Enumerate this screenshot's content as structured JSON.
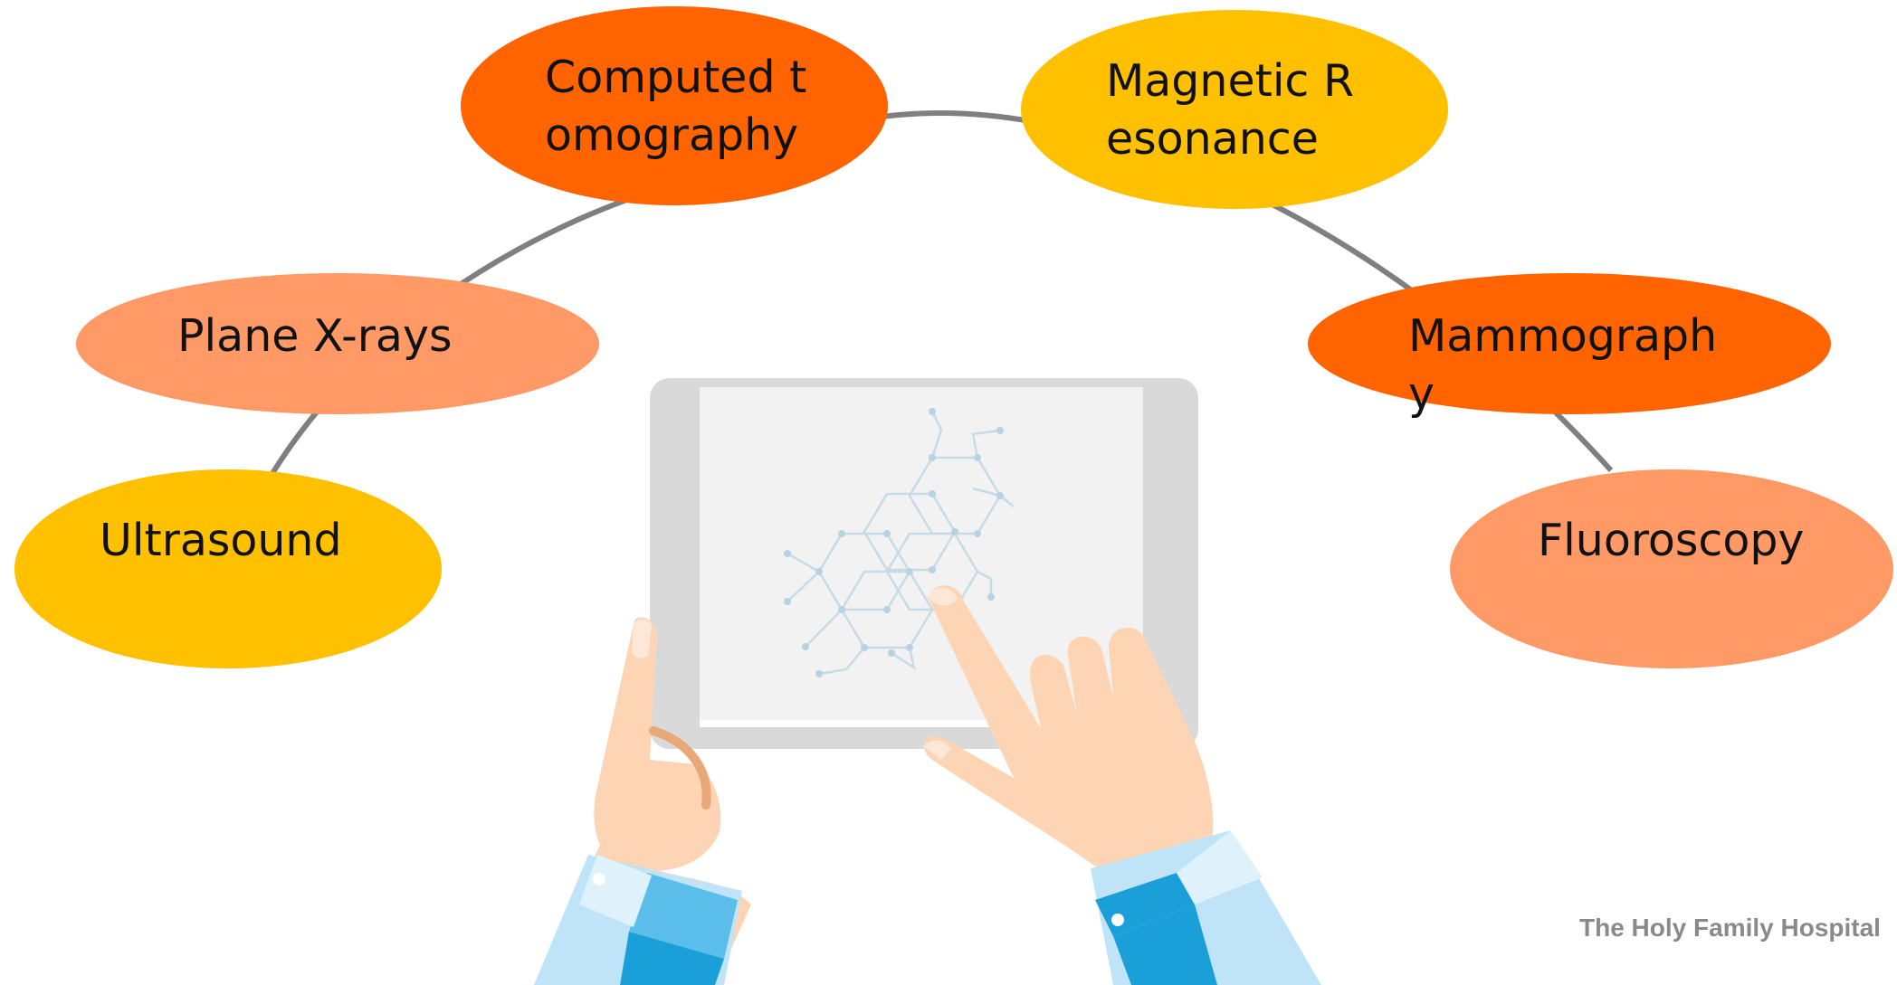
{
  "colors": {
    "dark_orange": "#ff6400",
    "light_orange": "#ff9966",
    "yellow": "#ffc000",
    "connector": "#7f7f7f",
    "tablet_frame": "#d9d9d9",
    "tablet_screen": "#f2f2f2",
    "skin": "#fdd5b4",
    "sleeve_light": "#bfe4f7",
    "sleeve_mid": "#5bbde9",
    "sleeve_dark": "#1b9fd9"
  },
  "nodes": [
    {
      "id": "computed-tomography",
      "label": "Computed tomography",
      "fill": "dark_orange"
    },
    {
      "id": "magnetic-resonance",
      "label": "Magnetic Resonance",
      "fill": "yellow"
    },
    {
      "id": "plane-x-rays",
      "label": "Plane X-rays",
      "fill": "light_orange"
    },
    {
      "id": "mammography",
      "label": "Mammography",
      "fill": "dark_orange"
    },
    {
      "id": "ultrasound",
      "label": "Ultrasound",
      "fill": "yellow"
    },
    {
      "id": "fluoroscopy",
      "label": "Fluoroscopy",
      "fill": "light_orange"
    }
  ],
  "illustration": {
    "icon": "hands-holding-tablet-icon",
    "screen_icon": "molecule-network-icon"
  },
  "footer": {
    "text": "The Holy Family Hospital"
  }
}
